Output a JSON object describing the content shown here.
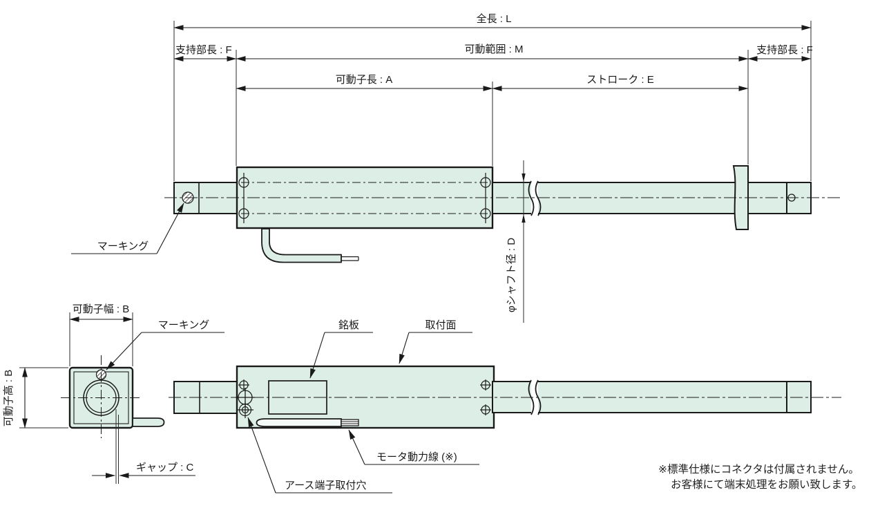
{
  "colors": {
    "body_fill": "#ddeee6",
    "line": "#1a1a1a",
    "dim_line": "#2a2a2a",
    "background": "#ffffff"
  },
  "labels": {
    "total_length": "全長 : L",
    "support_left": "支持部長 : F",
    "movable_range": "可動範囲 : M",
    "forcer_length": "可動子長 : A",
    "stroke": "ストローク : E",
    "support_right": "支持部長 : F",
    "shaft_dia": "φシャフト径 : D",
    "marking_top": "マーキング",
    "marking_front": "マーキング",
    "forcer_width": "可動子幅 : B",
    "forcer_height": "可動子高 : B",
    "gap": "ギャップ : C",
    "nameplate": "銘板",
    "mount_surface": "取付面",
    "motor_cable": "モータ動力線 (※)",
    "earth_hole": "アース端子取付穴"
  },
  "note": {
    "line1": "※標準仕様にコネクタは付属されません。",
    "line2": "お客様にて端末処理をお願い致します。"
  }
}
